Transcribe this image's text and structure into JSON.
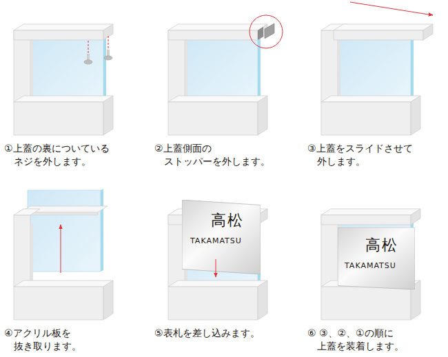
{
  "diagram": {
    "nodes": [
      {
        "text": [
          "高松",
          "TAKAMATSU"
        ]
      },
      {
        "text": [
          "高松",
          "TAKAMATSU"
        ]
      }
    ],
    "labels": [
      "①上蓋の裏についている ネジを外します。",
      "②上蓋側面の ストッパーを外します。",
      "③上蓋をスライドさせて 外します。",
      "④アクリル板を 抜き取ります。",
      "⑤表札を差し込みます。",
      "⑥ ③、②、①の順に 上蓋を装着します。"
    ]
  }
}
